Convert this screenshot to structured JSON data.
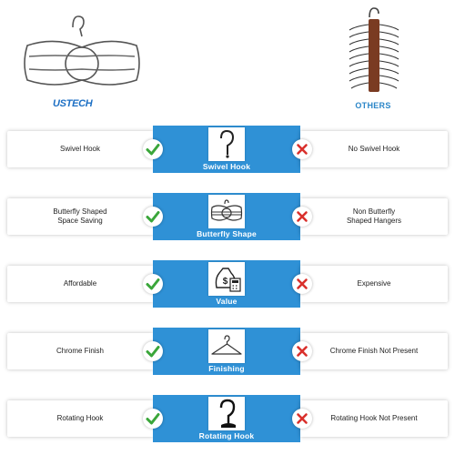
{
  "header": {
    "brand_logo_text": "USTECH",
    "others_label": "OTHERS"
  },
  "colors": {
    "accent_blue": "#2f91d6",
    "check_green": "#3aa63a",
    "cross_red": "#d9302c"
  },
  "rows": [
    {
      "left": "Swivel Hook",
      "center": "Swivel Hook",
      "center_icon": "swivel-hook-icon",
      "right": "No Swivel Hook"
    },
    {
      "left": "Butterfly Shaped\nSpace Saving",
      "center": "Butterfly Shape",
      "center_icon": "butterfly-hanger-icon",
      "right": "Non Butterfly\nShaped Hangers"
    },
    {
      "left": "Affordable",
      "center": "Value",
      "center_icon": "money-bag-calculator-icon",
      "right": "Expensive"
    },
    {
      "left": "Chrome Finish",
      "center": "Finishing",
      "center_icon": "hanger-icon",
      "right": "Chrome Finish Not Present"
    },
    {
      "left": "Rotating Hook",
      "center": "Rotating Hook",
      "center_icon": "rotating-hook-icon",
      "right": "Rotating Hook Not Present"
    }
  ]
}
